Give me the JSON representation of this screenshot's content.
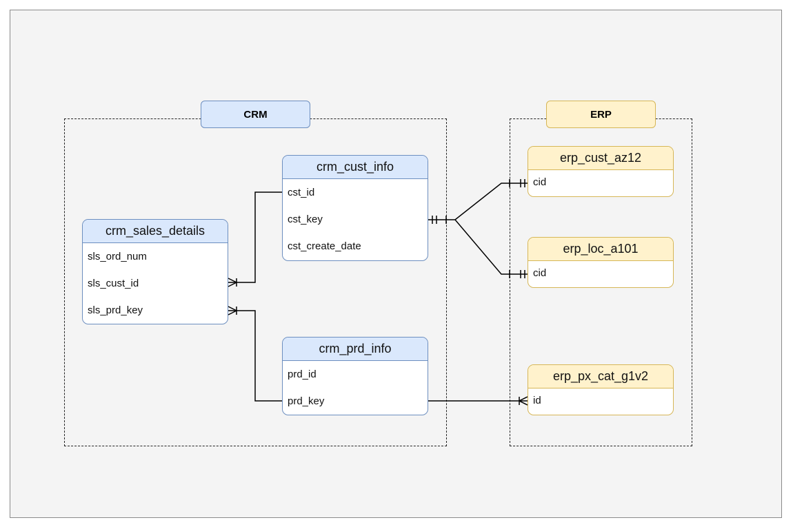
{
  "groups": {
    "crm": {
      "label": "CRM",
      "color": "#dae8fc",
      "stroke": "#6c8ebf"
    },
    "erp": {
      "label": "ERP",
      "color": "#fff2cc",
      "stroke": "#d6b656"
    }
  },
  "entities": {
    "crm_sales_details": {
      "title": "crm_sales_details",
      "fields": [
        "sls_ord_num",
        "sls_cust_id",
        "sls_prd_key"
      ]
    },
    "crm_cust_info": {
      "title": "crm_cust_info",
      "fields": [
        "cst_id",
        "cst_key",
        "cst_create_date"
      ]
    },
    "crm_prd_info": {
      "title": "crm_prd_info",
      "fields": [
        "prd_id",
        "prd_key"
      ]
    },
    "erp_cust_az12": {
      "title": "erp_cust_az12",
      "fields": [
        "cid"
      ]
    },
    "erp_loc_a101": {
      "title": "erp_loc_a101",
      "fields": [
        "cid"
      ]
    },
    "erp_px_cat_g1v2": {
      "title": "erp_px_cat_g1v2",
      "fields": [
        "id"
      ]
    }
  },
  "relationships": [
    {
      "from": "crm_cust_info.cst_id",
      "to": "crm_sales_details.sls_cust_id",
      "from_cardinality": "one",
      "to_cardinality": "one-or-many"
    },
    {
      "from": "crm_prd_info.prd_key",
      "to": "crm_sales_details.sls_prd_key",
      "from_cardinality": "one",
      "to_cardinality": "one-or-many"
    },
    {
      "from": "crm_cust_info.cst_key",
      "to": "erp_cust_az12.cid",
      "from_cardinality": "exactly-one",
      "to_cardinality": "exactly-one"
    },
    {
      "from": "crm_cust_info.cst_key",
      "to": "erp_loc_a101.cid",
      "from_cardinality": "exactly-one",
      "to_cardinality": "exactly-one"
    },
    {
      "from": "crm_prd_info.prd_key",
      "to": "erp_px_cat_g1v2.id",
      "from_cardinality": "one",
      "to_cardinality": "one-or-many"
    }
  ]
}
